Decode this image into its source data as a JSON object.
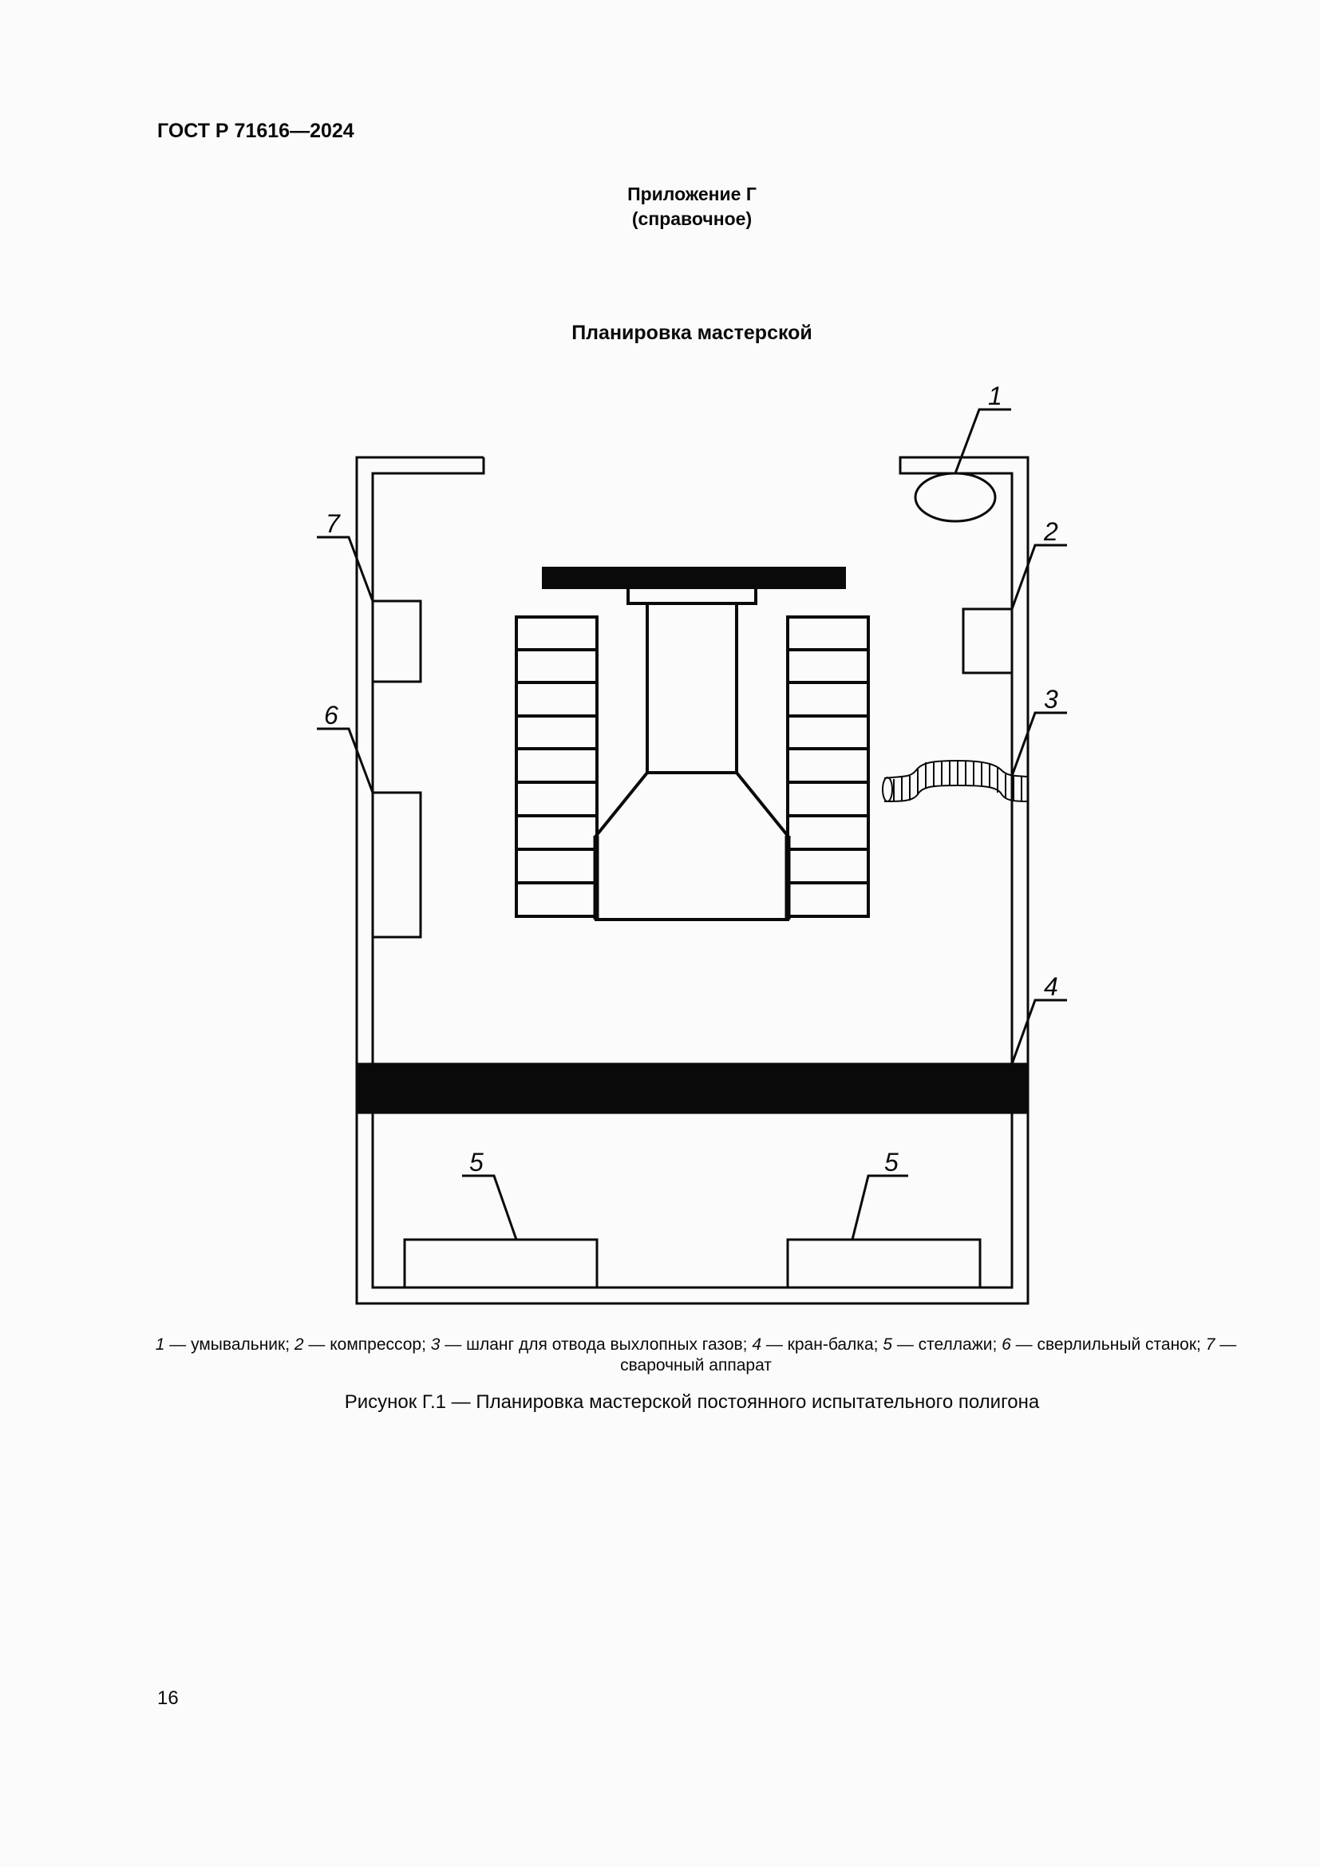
{
  "header": {
    "document_code": "ГОСТ Р 71616—2024",
    "appendix_title": "Приложение Г",
    "appendix_type": "(справочное)",
    "section_title": "Планировка мастерской"
  },
  "figure": {
    "callouts": {
      "1": "1",
      "2": "2",
      "3": "3",
      "4": "4",
      "5a": "5",
      "5b": "5",
      "6": "6",
      "7": "7"
    },
    "legend": [
      {
        "num": "1",
        "text": " — умывальник; "
      },
      {
        "num": "2",
        "text": " — компрессор; "
      },
      {
        "num": "3",
        "text": " — шланг для отвода выхлопных газов; "
      },
      {
        "num": "4",
        "text": " — кран-балка; "
      },
      {
        "num": "5",
        "text": " — стеллажи; "
      },
      {
        "num": "6",
        "text": " — сверлильный станок; "
      },
      {
        "num": "7",
        "text": " — сварочный аппарат"
      }
    ],
    "caption": "Рисунок Г.1 — Планировка мастерской постоянного испытательного полигона"
  },
  "footer": {
    "page_number": "16"
  }
}
